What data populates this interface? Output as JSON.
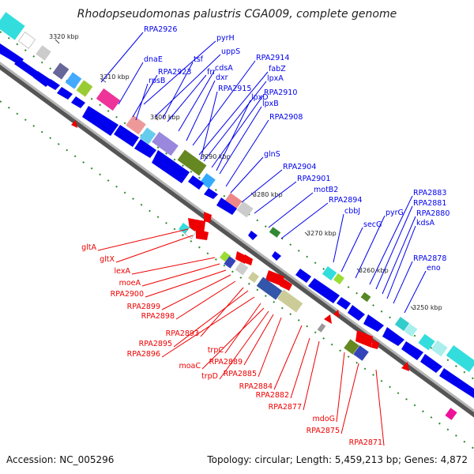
{
  "title": "Rhodopseudomonas palustris CGA009, complete genome",
  "footer": {
    "accession": "Accession: NC_005296",
    "topology": "Topology: circular; Length: 5,459,213 bp; Genes: 4,872"
  },
  "colors": {
    "forward_gene": "#0000ee",
    "reverse_gene": "#ee0000",
    "backbone": "#808080",
    "gc_dot": "#2a8a2a"
  },
  "scale_marks": [
    "3320 kbp",
    "3310 kbp",
    "3300 kbp",
    "3290 kbp",
    "3280 kbp",
    "3270 kbp",
    "3260 kbp",
    "3250 kbp"
  ],
  "forward_labels": [
    "RPA2926",
    "pyrH",
    "uppS",
    "dnaE",
    "tsf",
    "RPA2923",
    "frr",
    "cdsA",
    "rpsB",
    "dxr",
    "RPA2914",
    "fabZ",
    "lpxA",
    "RPA2915",
    "RPA2910",
    "lpxD",
    "lpxB",
    "RPA2908",
    "glnS",
    "RPA2904",
    "RPA2901",
    "motB2",
    "RPA2894",
    "cbbJ",
    "secG",
    "pyrG",
    "RPA2883",
    "RPA2881",
    "RPA2880",
    "kdsA",
    "RPA2878",
    "eno"
  ],
  "reverse_labels": [
    "gltA",
    "gltX",
    "lexA",
    "moeA",
    "RPA2900",
    "RPA2899",
    "RPA2898",
    "RPA2893",
    "RPA2895",
    "RPA2896",
    "trpC",
    "moaC",
    "trpD",
    "RPA2889",
    "RPA2885",
    "RPA2884",
    "RPA2882",
    "RPA2877",
    "mdoG",
    "RPA2875",
    "RPA2871"
  ]
}
